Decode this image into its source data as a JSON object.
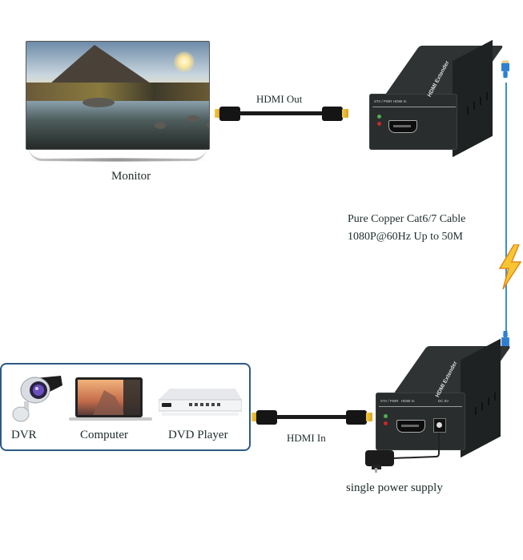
{
  "diagram": {
    "title": "HDMI Extender over Cat6/7 connection diagram",
    "monitor": {
      "label": "Monitor",
      "icon": "monitor-icon"
    },
    "hdmi_out": {
      "label": "HDMI Out",
      "icon": "hdmi-cable-icon"
    },
    "receiver": {
      "name": "HDMI Extender",
      "panel_labels": [
        "STA / PWR",
        "HDMI In"
      ],
      "led_colors": [
        "#4caf50",
        "#c62828"
      ]
    },
    "network_cable": {
      "line1": "Pure Copper Cat6/7 Cable",
      "line2": "1080P@60Hz Up to 50M",
      "color": "#3a8fd6",
      "icon": "lightning-bolt-icon"
    },
    "sources": {
      "border_color": "#2d5a86",
      "items": [
        {
          "label": "DVR",
          "icon": "security-camera-icon"
        },
        {
          "label": "Computer",
          "icon": "laptop-icon"
        },
        {
          "label": "DVD Player",
          "icon": "dvd-player-icon"
        }
      ]
    },
    "hdmi_in": {
      "label": "HDMI In",
      "icon": "hdmi-cable-icon"
    },
    "transmitter": {
      "name": "HDMI Extender",
      "panel_labels": [
        "STA / PWR",
        "HDMI In",
        "DC 5V"
      ]
    },
    "power": {
      "label": "single power supply",
      "icon": "power-adapter-icon"
    }
  }
}
